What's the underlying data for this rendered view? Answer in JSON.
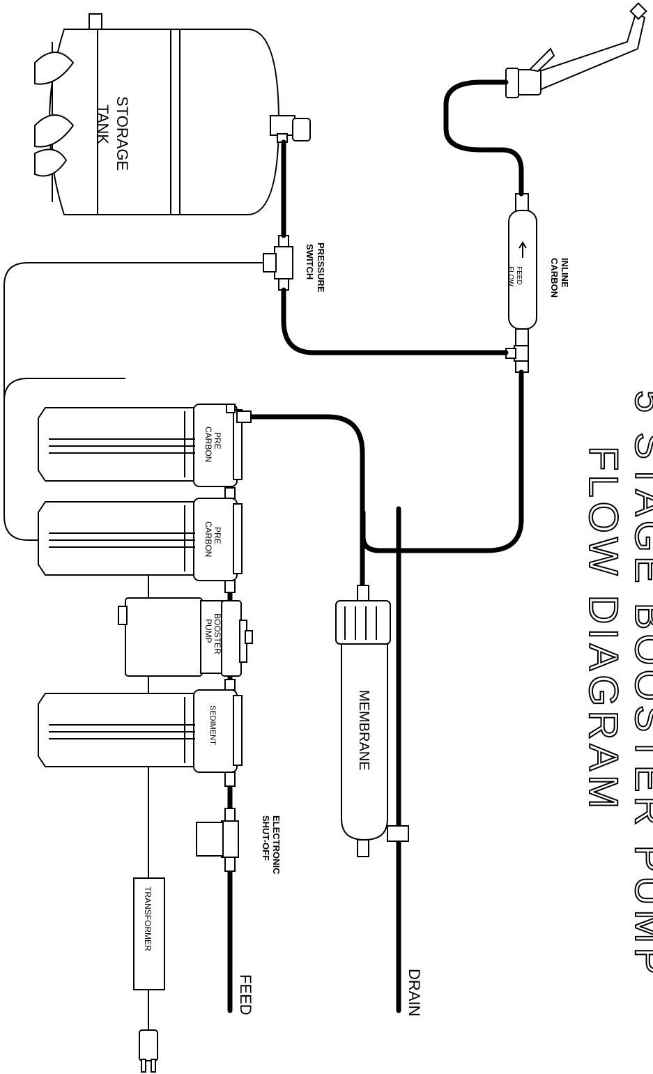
{
  "title": {
    "line1": "5 STAGE BOOSTER PUMP",
    "line2": "FLOW DIAGRAM"
  },
  "labels": {
    "storage_tank": [
      "STORAGE",
      "TANK"
    ],
    "pressure_switch": [
      "PRESSURE",
      "SWITCH"
    ],
    "inline_carbon": [
      "INLINE",
      "CARBON"
    ],
    "feed_flow": [
      "FEED",
      "FLOW"
    ],
    "pre_carbon_1": [
      "PRE",
      "CARBON"
    ],
    "pre_carbon_2": [
      "PRE",
      "CARBON"
    ],
    "booster_pump": [
      "BOOSTER",
      "PUMP"
    ],
    "sediment": "SEDIMENT",
    "membrane": "MEMBRANE",
    "electronic_shutoff": [
      "ELECTRONIC",
      "SHUT-OFF"
    ],
    "transformer": "TRANSFORMER",
    "feed": "FEED",
    "drain": "DRAIN"
  }
}
